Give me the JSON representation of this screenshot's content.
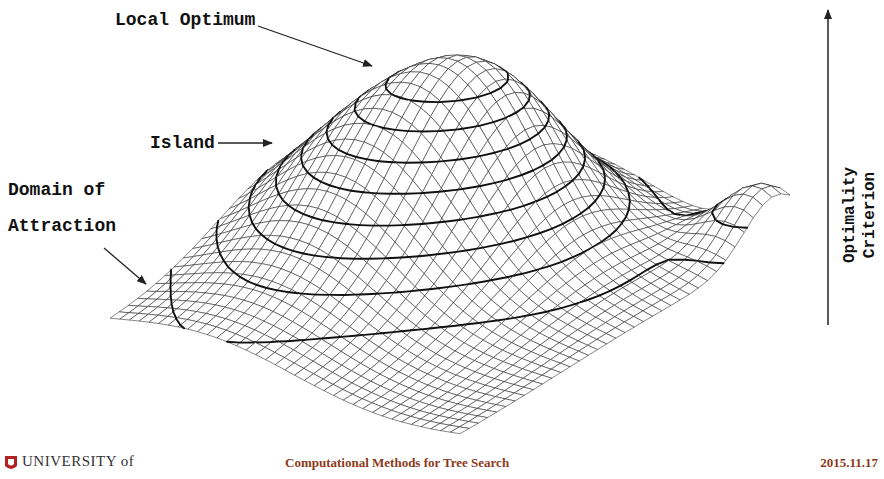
{
  "diagram": {
    "labels": [
      "Local Optimum",
      "Island",
      "Domain of Attraction",
      "Optimality Criterion",
      "UNIVERSITY of",
      "Computational Methods for Tree Search",
      "2015.11.17"
    ]
  }
}
